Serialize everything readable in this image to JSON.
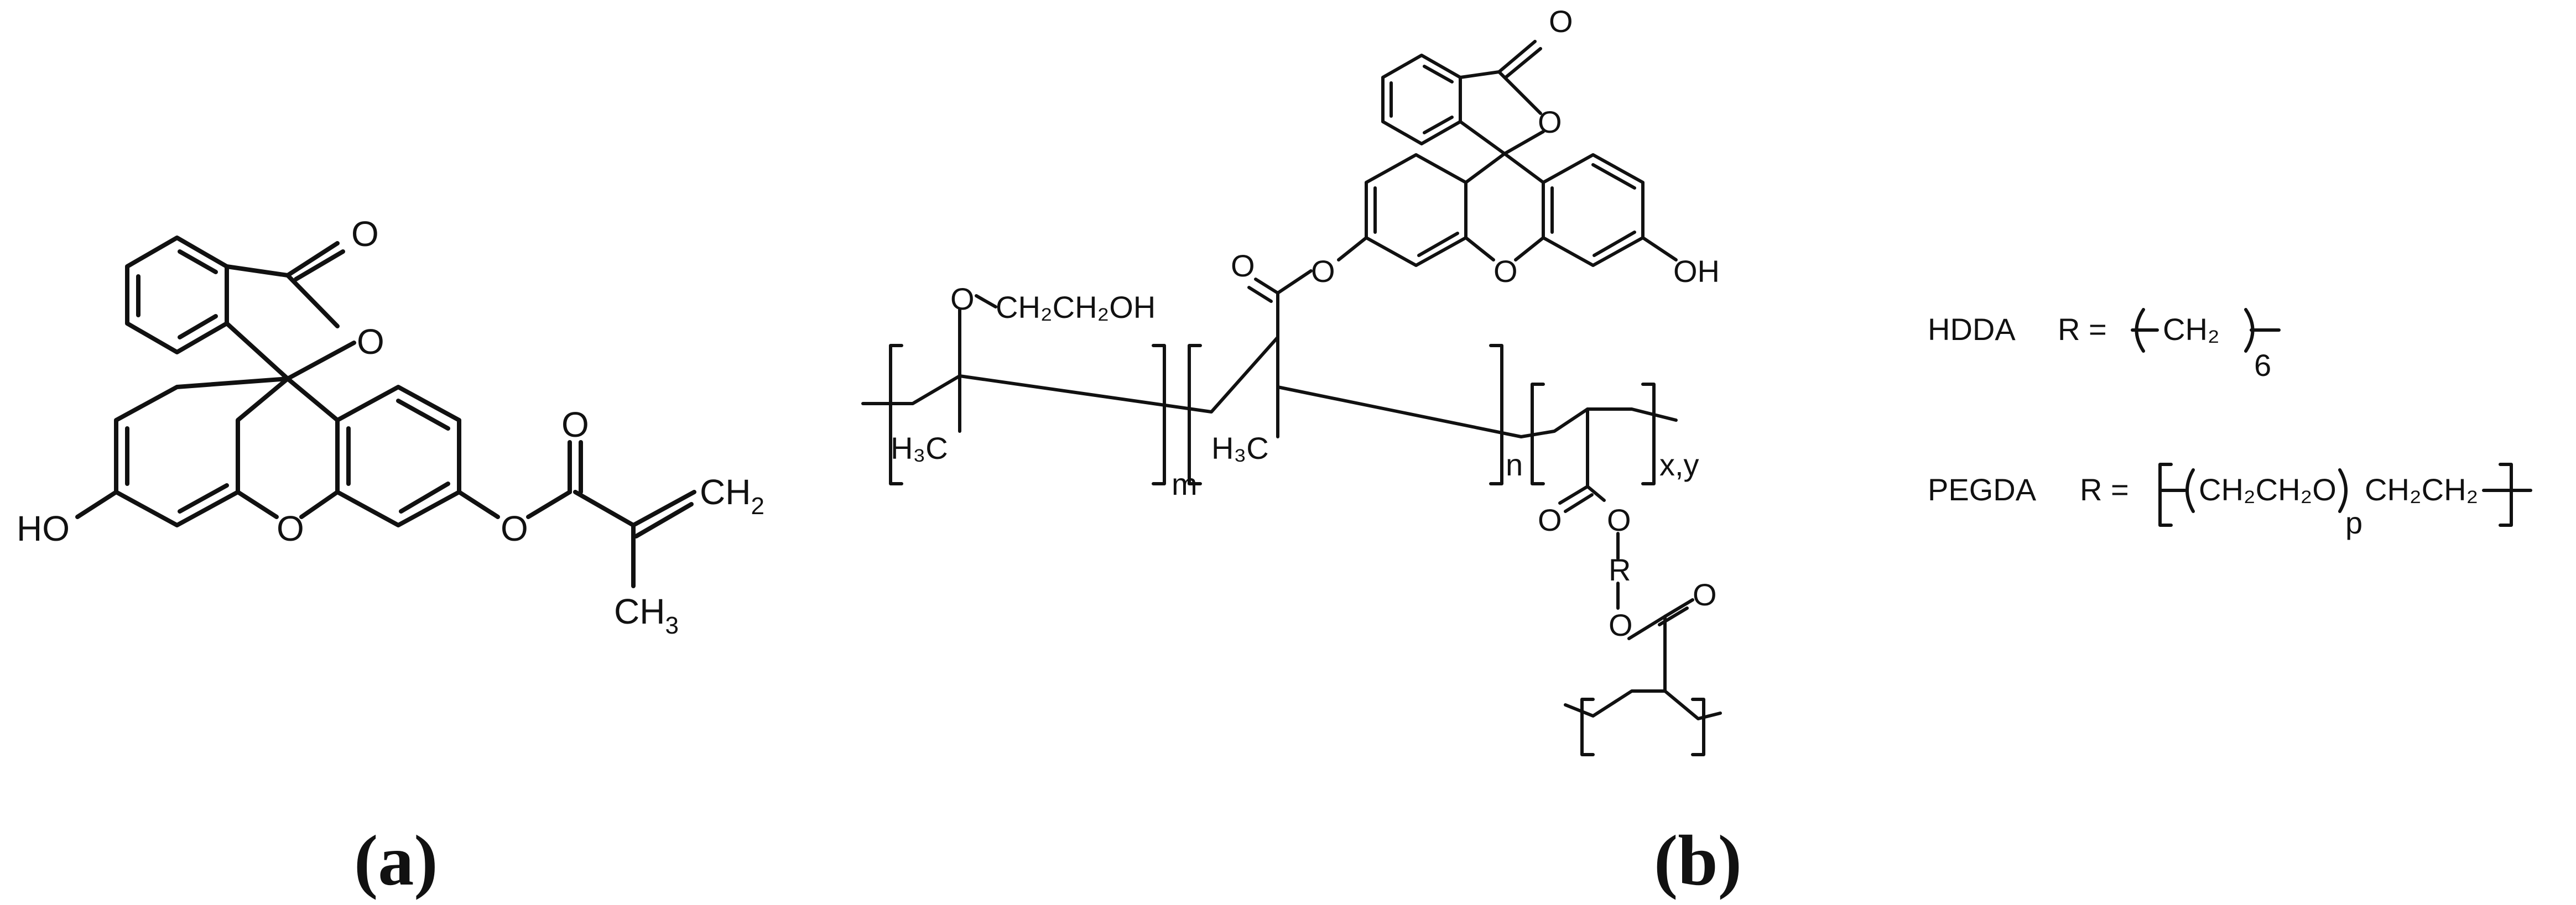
{
  "panel_a": {
    "caption": "a",
    "atoms": {
      "carbonyl_o": "O",
      "ring_o": "O",
      "xanthene_o": "O",
      "hydroxyl": "HO",
      "ester_o": "O",
      "ester_carbonyl_o": "O",
      "methylene": "CH",
      "methylene_sub": "2",
      "methyl": "CH",
      "methyl_sub": "3"
    }
  },
  "panel_b": {
    "caption": "b",
    "atoms": {
      "carbonyl_o": "O",
      "ring_o": "O",
      "xanthene_o": "O",
      "hydroxyl": "OH",
      "ester_carbonyl_o": "O",
      "ester_o": "O",
      "hema_carbonyl_o": "O",
      "hema_chain": "CH₂CH₂OH",
      "h3c_left": "H₃C",
      "h3c_mid": "H₃C",
      "crosslink_carbonyl_o": "O",
      "crosslink_o": "O",
      "r_group": "R",
      "lower_o": "O",
      "lower_carbonyl_o": "O"
    },
    "subscripts": {
      "m": "m",
      "n": "n",
      "xy": "x,y"
    }
  },
  "legend": {
    "hdda_name": "HDDA",
    "hdda_eq": "R =",
    "hdda_unit": "CH₂",
    "hdda_count": "6",
    "pegda_name": "PEGDA",
    "pegda_eq": "R =",
    "pegda_unit": "CH₂CH₂O",
    "pegda_count": "p",
    "pegda_tail": "CH₂CH₂"
  }
}
